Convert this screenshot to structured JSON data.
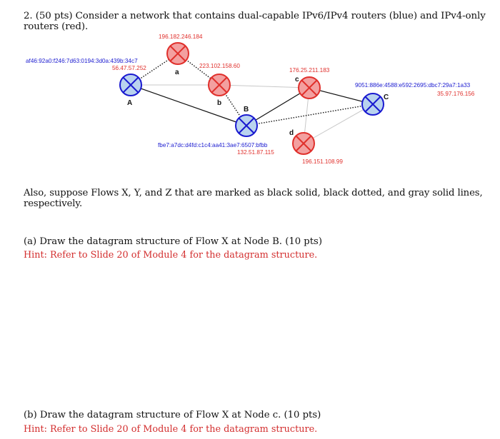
{
  "question": {
    "title": "2. (50 pts) Consider a network that contains dual-capable IPv6/IPv4 routers (blue) and IPv4-only routers (red).",
    "flows_text": "Also, suppose Flows X, Y, and Z that are marked as black solid, black dotted, and gray solid lines, respectively."
  },
  "colors": {
    "dual_fill": "#b9d3ef",
    "dual_stroke": "#1a1ad0",
    "ipv4_fill": "#f3a0a0",
    "ipv4_stroke": "#e0302c",
    "flow_x": "#111111",
    "flow_y": "#111111",
    "flow_z": "#c8c8c8",
    "hint": "#d32f2f"
  },
  "nodes": {
    "A": {
      "name": "A",
      "ipv6": "af46:92a0:f246:7d63:0194:3d0a:439b:34c7",
      "ipv4": "56.47.57.252",
      "type": "dual"
    },
    "a": {
      "name": "a",
      "ipv4": "196.182.246.184",
      "type": "ipv4"
    },
    "b": {
      "name": "b",
      "ipv4": "223.102.158.60",
      "type": "ipv4"
    },
    "B": {
      "name": "B",
      "ipv6": "fbe7:a7dc:d4fd:c1c4:aa41:3ae7:6507:bfbb",
      "ipv4": "132.51.87.115",
      "type": "dual"
    },
    "c": {
      "name": "c",
      "ipv4": "176.25.211.183",
      "type": "ipv4"
    },
    "d": {
      "name": "d",
      "ipv4": "196.151.108.99",
      "type": "ipv4"
    },
    "C": {
      "name": "C",
      "ipv6": "9051:886e:4588:e592:2695:dbc7:29a7:1a33",
      "ipv4": "35.97.176.156",
      "type": "dual"
    }
  },
  "parts": [
    {
      "label": "(a) Draw the datagram structure of Flow X at Node B. (10 pts)",
      "hint": "Hint: Refer to Slide 20 of Module 4 for the datagram structure."
    },
    {
      "label": "(b) Draw the datagram structure of Flow X at Node c. (10 pts)",
      "hint": "Hint: Refer to Slide 20 of Module 4 for the datagram structure."
    }
  ]
}
